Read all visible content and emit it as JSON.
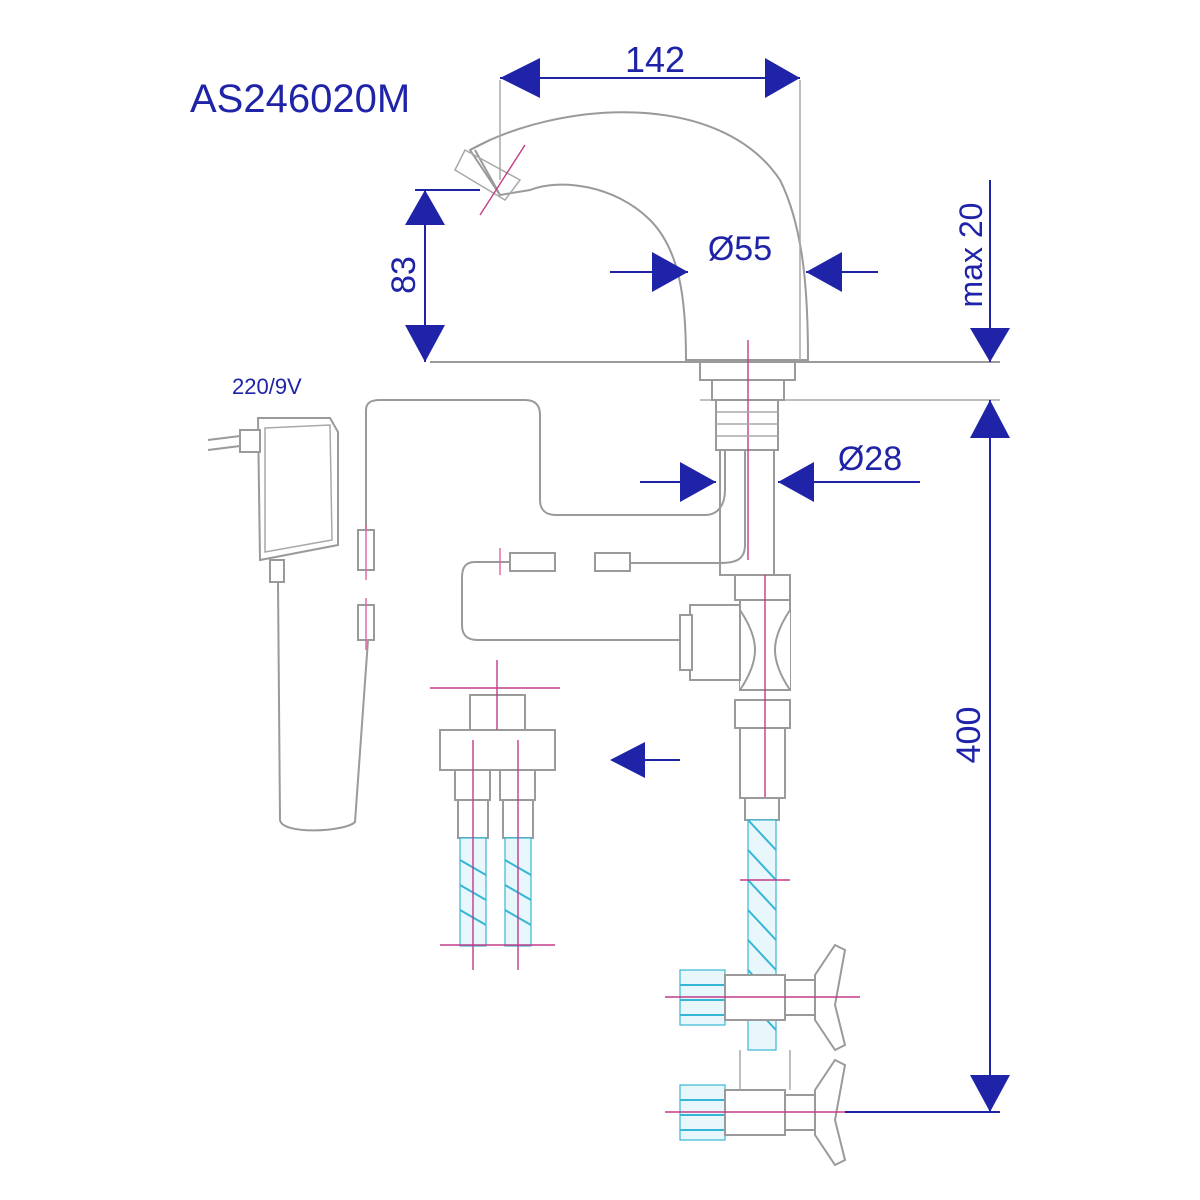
{
  "diagram": {
    "model_code": "AS246020M",
    "power_label": "220/9V",
    "dimensions": {
      "width": "142",
      "height": "83",
      "base_diameter": "Ø55",
      "max_thickness": "max 20",
      "shank_diameter": "Ø28",
      "hose_length": "400"
    }
  },
  "colors": {
    "dimension_blue": "#1f23a8",
    "outline_gray": "#9a9a9a",
    "hose_cyan": "#35b6d6",
    "centerline_pink": "#c23b8a"
  }
}
